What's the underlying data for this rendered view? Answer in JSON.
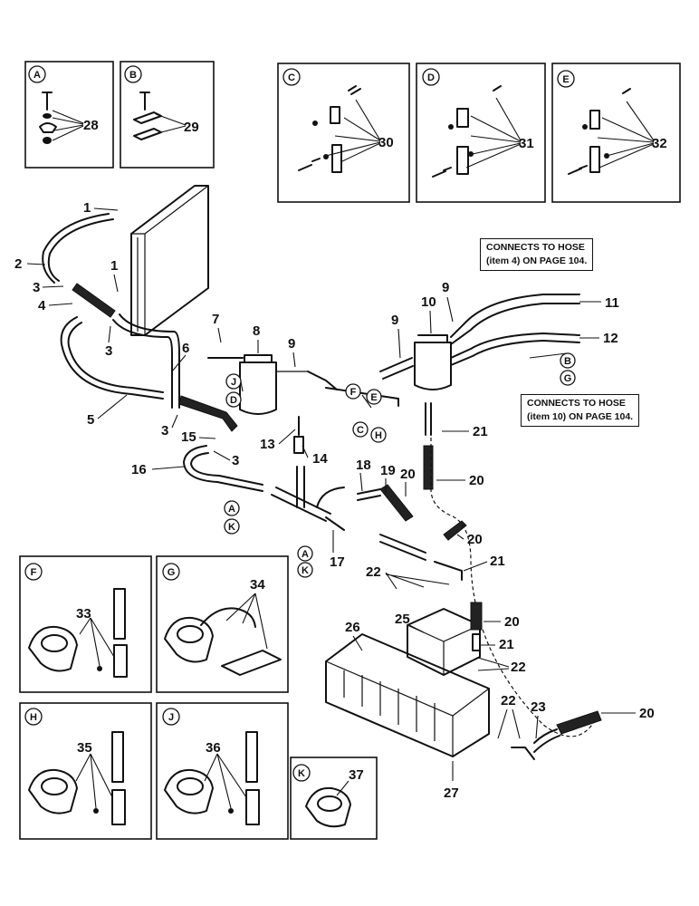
{
  "insets": [
    {
      "letter": "A",
      "callout": "28"
    },
    {
      "letter": "B",
      "callout": "29"
    },
    {
      "letter": "C",
      "callout": "30"
    },
    {
      "letter": "D",
      "callout": "31"
    },
    {
      "letter": "E",
      "callout": "32"
    },
    {
      "letter": "F",
      "callout": "33"
    },
    {
      "letter": "G",
      "callout": "34"
    },
    {
      "letter": "H",
      "callout": "35"
    },
    {
      "letter": "J",
      "callout": "36"
    },
    {
      "letter": "K",
      "callout": "37"
    }
  ],
  "notes": {
    "hose_104_item4": [
      "CONNECTS TO HOSE",
      "(item 4) ON PAGE 104."
    ],
    "hose_104_item10": [
      "CONNECTS TO HOSE",
      "(item 10) ON PAGE 104."
    ]
  },
  "callouts": {
    "c1a": "1",
    "c1b": "1",
    "c2": "2",
    "c3a": "3",
    "c3b": "3",
    "c3c": "3",
    "c3d": "3",
    "c4": "4",
    "c5": "5",
    "c6": "6",
    "c7": "7",
    "c8": "8",
    "c9a": "9",
    "c9b": "9",
    "c9c": "9",
    "c10": "10",
    "c11": "11",
    "c12": "12",
    "c13": "13",
    "c14": "14",
    "c15": "15",
    "c16": "16",
    "c17": "17",
    "c18": "18",
    "c19": "19",
    "c20a": "20",
    "c20b": "20",
    "c20c": "20",
    "c20d": "20",
    "c20e": "20",
    "c21a": "21",
    "c21b": "21",
    "c21c": "21",
    "c22a": "22",
    "c22b": "22",
    "c22c": "22",
    "c23": "23",
    "c25": "25",
    "c26": "26",
    "c27": "27"
  },
  "ref_letters": {
    "r_j": "J",
    "r_d": "D",
    "r_f": "F",
    "r_e": "E",
    "r_c": "C",
    "r_h": "H",
    "r_b": "B",
    "r_g": "G",
    "r_a1": "A",
    "r_k1": "K",
    "r_a2": "A",
    "r_k2": "K"
  }
}
